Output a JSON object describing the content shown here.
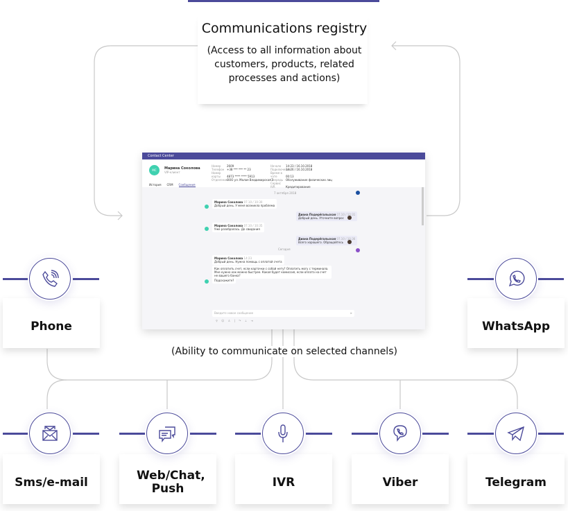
{
  "registry": {
    "title": "Communications registry",
    "subtitle_lines": [
      "(Access to all information about",
      "customers, products, related",
      "processes and actions)"
    ]
  },
  "caption": "(Ability to communicate on selected channels)",
  "channels": [
    {
      "label": "Phone",
      "icon": "phone-icon"
    },
    {
      "label": "WhatsApp",
      "icon": "whatsapp-icon"
    },
    {
      "label": "Sms/e-mail",
      "icon": "envelope-icon"
    },
    {
      "label": "Web/Chat, Push",
      "icon": "chat-bubbles-icon"
    },
    {
      "label": "IVR",
      "icon": "microphone-icon"
    },
    {
      "label": "Viber",
      "icon": "viber-icon"
    },
    {
      "label": "Telegram",
      "icon": "telegram-icon"
    }
  ],
  "colors": {
    "accent": "#4b4a9a",
    "avatar": "#3fd1b0",
    "line": "#c8c8c8"
  },
  "mock": {
    "title": "Contact Center",
    "customer_name": "Марина Соколова",
    "customer_status": "VIP-клиент",
    "avatar": "МС",
    "fields_left": [
      [
        "Номер",
        "2609"
      ],
      [
        "Телефон",
        "+38 *** *** ** 23"
      ],
      [
        "Номер карты",
        "4873 **** **** 5913"
      ],
      [
        "Отделение",
        "ООО ул. Малая Владимирская 3"
      ]
    ],
    "fields_right": [
      [
        "Начало",
        "14:23 / 16.10.2018"
      ],
      [
        "Подключение",
        "14:26 / 16.10.2018"
      ],
      [
        "Время в чате",
        "00:13"
      ],
      [
        "Очередь",
        "Обслуживание физических лиц"
      ],
      [
        "Сервис IVR",
        "Кредитирование"
      ]
    ],
    "tabs": [
      "История",
      "CRM",
      "Сообщения"
    ],
    "date_divider": "7 октября 2018",
    "today_divider": "Сегодня",
    "messages": [
      {
        "author": "Марина Соколова",
        "time": "07.10 / 10:30",
        "text": "Добрый день. У меня возникла проблема"
      },
      {
        "author": "Диана Подерёгальская",
        "time": "07.10 / 10:31",
        "text": "Добрый день. Уточните вопрос"
      },
      {
        "author": "Марина Соколова",
        "time": "07.10 / 10:35",
        "text": "Уже разобралась. До свидания"
      },
      {
        "author": "Диана Подерёгальская",
        "time": "07.10 / 10:36",
        "text": "Всего хорошего. Обращайтесь"
      },
      {
        "author": "Марина Соколова",
        "time": "14:23",
        "text": "Добрый день. Нужна помощь с оплатой счета"
      },
      {
        "author": "",
        "time": "",
        "text": "Как оплатить счет, если карточки с собой нету? Оплатить могу с терминала. Мне нужно как можно быстрее. Какая будет комиссия, если оплата на счет не вашего банка?"
      },
      {
        "author": "",
        "time": "",
        "text": "Подскажите?"
      }
    ],
    "input_placeholder": "Введите новое сообщение"
  }
}
